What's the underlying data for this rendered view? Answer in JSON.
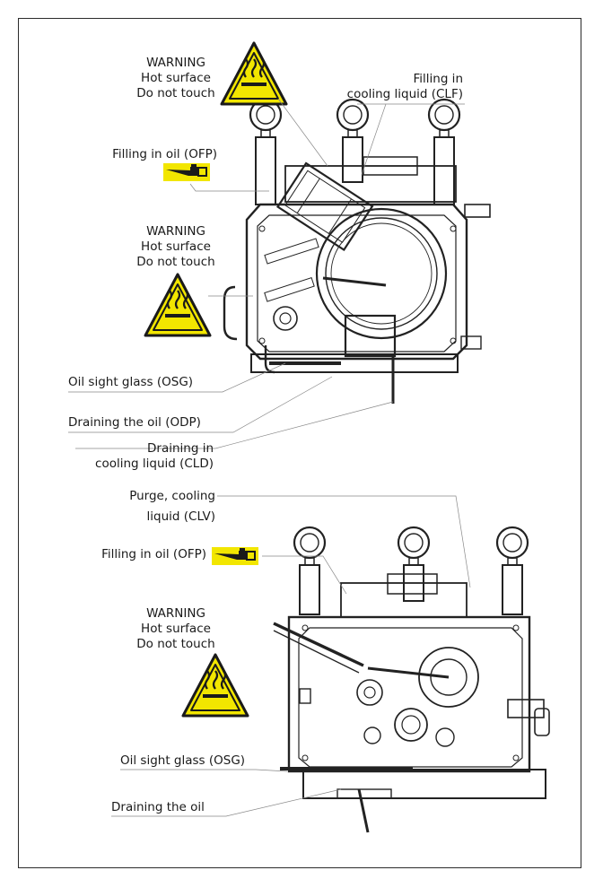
{
  "colors": {
    "warning_yellow": "#f2e600",
    "line": "#222222",
    "leader": "#8a8a8a"
  },
  "top_view": {
    "warning_1": {
      "line1": "WARNING",
      "line2": "Hot surface",
      "line3": "Do not touch",
      "icon": "hot-surface-warning-icon"
    },
    "clf": {
      "line1": "Filling in",
      "line2": "cooling liquid (CLF)"
    },
    "ofp": {
      "label": "Filling in oil (OFP)",
      "icon": "oil-can-icon"
    },
    "warning_2": {
      "line1": "WARNING",
      "line2": "Hot surface",
      "line3": "Do not touch",
      "icon": "hot-surface-warning-icon"
    },
    "osg": {
      "label": "Oil sight glass (OSG)"
    },
    "odp": {
      "label": "Draining the oil (ODP)"
    },
    "cld": {
      "line1": "Draining in",
      "line2": "cooling liquid (CLD)"
    }
  },
  "bottom_view": {
    "clv": {
      "line1": "Purge, cooling",
      "line2": "liquid (CLV)"
    },
    "ofp": {
      "label": "Filling in oil (OFP)",
      "icon": "oil-can-icon"
    },
    "warning": {
      "line1": "WARNING",
      "line2": "Hot surface",
      "line3": "Do not touch",
      "icon": "hot-surface-warning-icon"
    },
    "osg": {
      "label": "Oil sight glass (OSG)"
    },
    "drain": {
      "label": "Draining the oil"
    }
  }
}
